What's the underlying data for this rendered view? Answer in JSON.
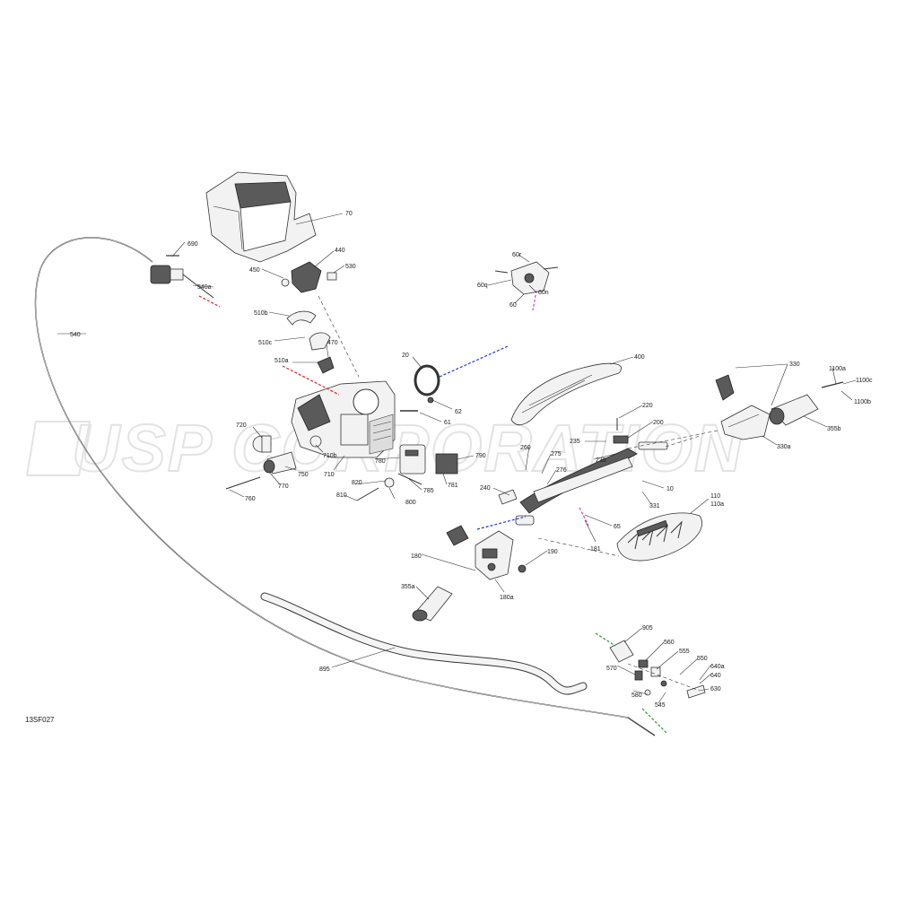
{
  "figure_id": "13SF027",
  "watermark": "USP CORPORATION",
  "parts": [
    {
      "id": "70"
    },
    {
      "id": "690"
    },
    {
      "id": "440"
    },
    {
      "id": "450"
    },
    {
      "id": "530"
    },
    {
      "id": "540a"
    },
    {
      "id": "540"
    },
    {
      "id": "510b"
    },
    {
      "id": "510c"
    },
    {
      "id": "470"
    },
    {
      "id": "510a"
    },
    {
      "id": "20"
    },
    {
      "id": "62"
    },
    {
      "id": "61"
    },
    {
      "id": "720"
    },
    {
      "id": "710b"
    },
    {
      "id": "750"
    },
    {
      "id": "770"
    },
    {
      "id": "710"
    },
    {
      "id": "780"
    },
    {
      "id": "790"
    },
    {
      "id": "820"
    },
    {
      "id": "810"
    },
    {
      "id": "800"
    },
    {
      "id": "785"
    },
    {
      "id": "781"
    },
    {
      "id": "760"
    },
    {
      "id": "60r"
    },
    {
      "id": "60q"
    },
    {
      "id": "60n"
    },
    {
      "id": "60"
    },
    {
      "id": "400"
    },
    {
      "id": "330"
    },
    {
      "id": "1100a"
    },
    {
      "id": "1100c"
    },
    {
      "id": "1100b"
    },
    {
      "id": "355b"
    },
    {
      "id": "330a"
    },
    {
      "id": "220"
    },
    {
      "id": "200"
    },
    {
      "id": "235"
    },
    {
      "id": "236"
    },
    {
      "id": "260"
    },
    {
      "id": "275"
    },
    {
      "id": "276"
    },
    {
      "id": "240"
    },
    {
      "id": "10"
    },
    {
      "id": "331"
    },
    {
      "id": "110"
    },
    {
      "id": "110a"
    },
    {
      "id": "65"
    },
    {
      "id": "181"
    },
    {
      "id": "180"
    },
    {
      "id": "190"
    },
    {
      "id": "180a"
    },
    {
      "id": "355a"
    },
    {
      "id": "895"
    },
    {
      "id": "905"
    },
    {
      "id": "560"
    },
    {
      "id": "555"
    },
    {
      "id": "550"
    },
    {
      "id": "570"
    },
    {
      "id": "640a"
    },
    {
      "id": "640"
    },
    {
      "id": "630"
    },
    {
      "id": "580"
    },
    {
      "id": "545"
    }
  ],
  "colors": {
    "background": "#ffffff",
    "line": "#333333",
    "red_axis": "#e0201c",
    "blue_axis": "#1f3fd0",
    "magenta_axis": "#d040c8",
    "green_axis": "#2a9a2a",
    "watermark": "#e3e3e3"
  }
}
